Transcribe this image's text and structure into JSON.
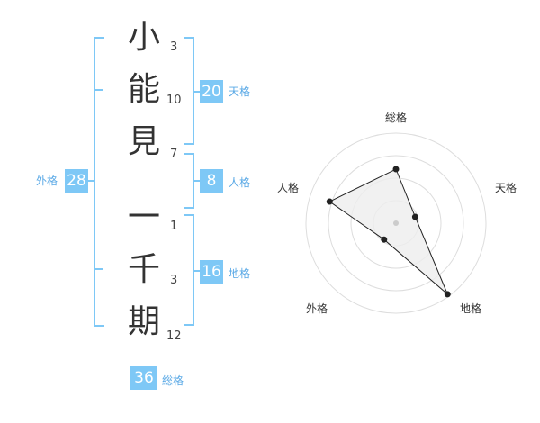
{
  "name": {
    "chars": [
      {
        "char": "小",
        "strokes": "3"
      },
      {
        "char": "能",
        "strokes": "10"
      },
      {
        "char": "見",
        "strokes": "7"
      },
      {
        "char": "一",
        "strokes": "1"
      },
      {
        "char": "千",
        "strokes": "3"
      },
      {
        "char": "期",
        "strokes": "12"
      }
    ]
  },
  "kaku": {
    "tenkaku": {
      "value": "20",
      "label": "天格"
    },
    "jinkaku": {
      "value": "8",
      "label": "人格"
    },
    "chikaku": {
      "value": "16",
      "label": "地格"
    },
    "gaikaku": {
      "value": "28",
      "label": "外格"
    },
    "soukaku": {
      "value": "36",
      "label": "総格"
    }
  },
  "chart_data": {
    "type": "radar",
    "axes": [
      "総格",
      "天格",
      "地格",
      "外格",
      "人格"
    ],
    "levels": 4,
    "values": [
      2.4,
      0.9,
      3.9,
      0.9,
      3.1
    ],
    "max": 4,
    "fill": "#eeeeee",
    "line_color": "#222222"
  }
}
